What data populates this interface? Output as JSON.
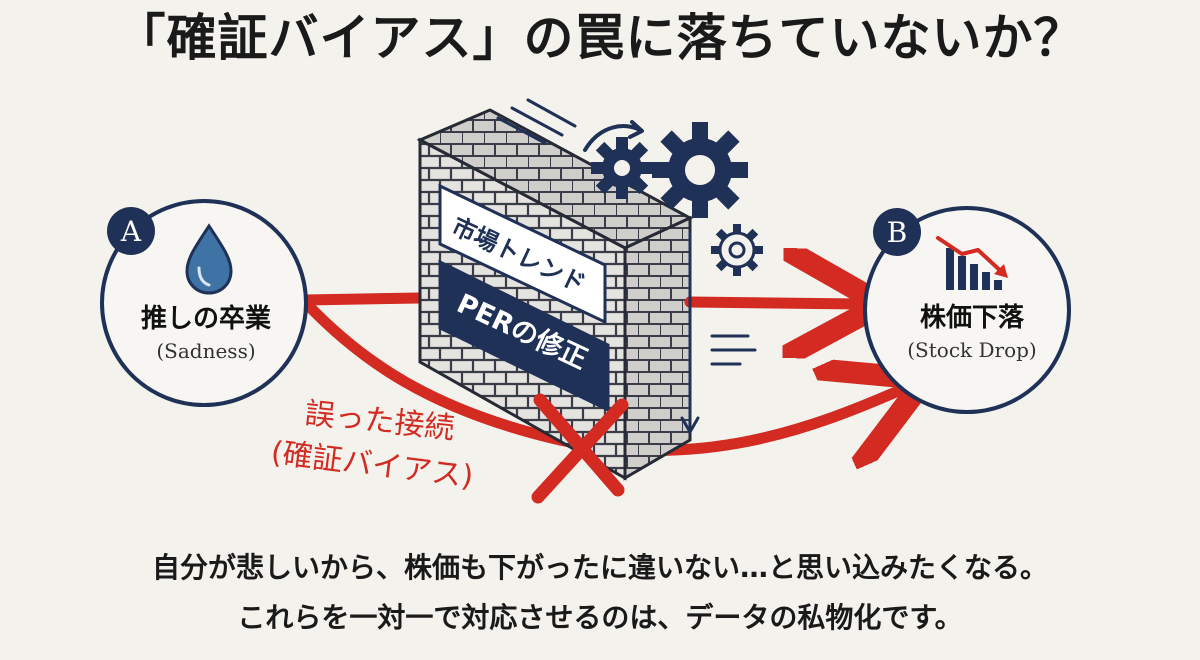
{
  "title": "「確証バイアス」の罠に落ちていないか？",
  "node_a": {
    "badge": "A",
    "label": "推しの卒業",
    "sublabel": "(Sadness)",
    "icon": "water-drop-icon"
  },
  "node_b": {
    "badge": "B",
    "label": "株価下落",
    "sublabel": "(Stock Drop)",
    "icon": "bar-chart-down-icon"
  },
  "wall": {
    "sign_top": "市場トレンド",
    "sign_bottom": "PERの修正",
    "icons": [
      "gear-icon",
      "gear-icon",
      "gear-icon",
      "circular-arrow-icon"
    ]
  },
  "wrong_link": {
    "line1": "誤った接続",
    "line2": "(確証バイアス)"
  },
  "caption": {
    "line1": "自分が悲しいから、株価も下がったに違いない…と思い込みたくなる。",
    "line2": "これらを一対一で対応させるのは、データの私物化です。"
  },
  "colors": {
    "navy": "#1f3157",
    "red": "#d32a22",
    "background": "#f4f2ec"
  }
}
